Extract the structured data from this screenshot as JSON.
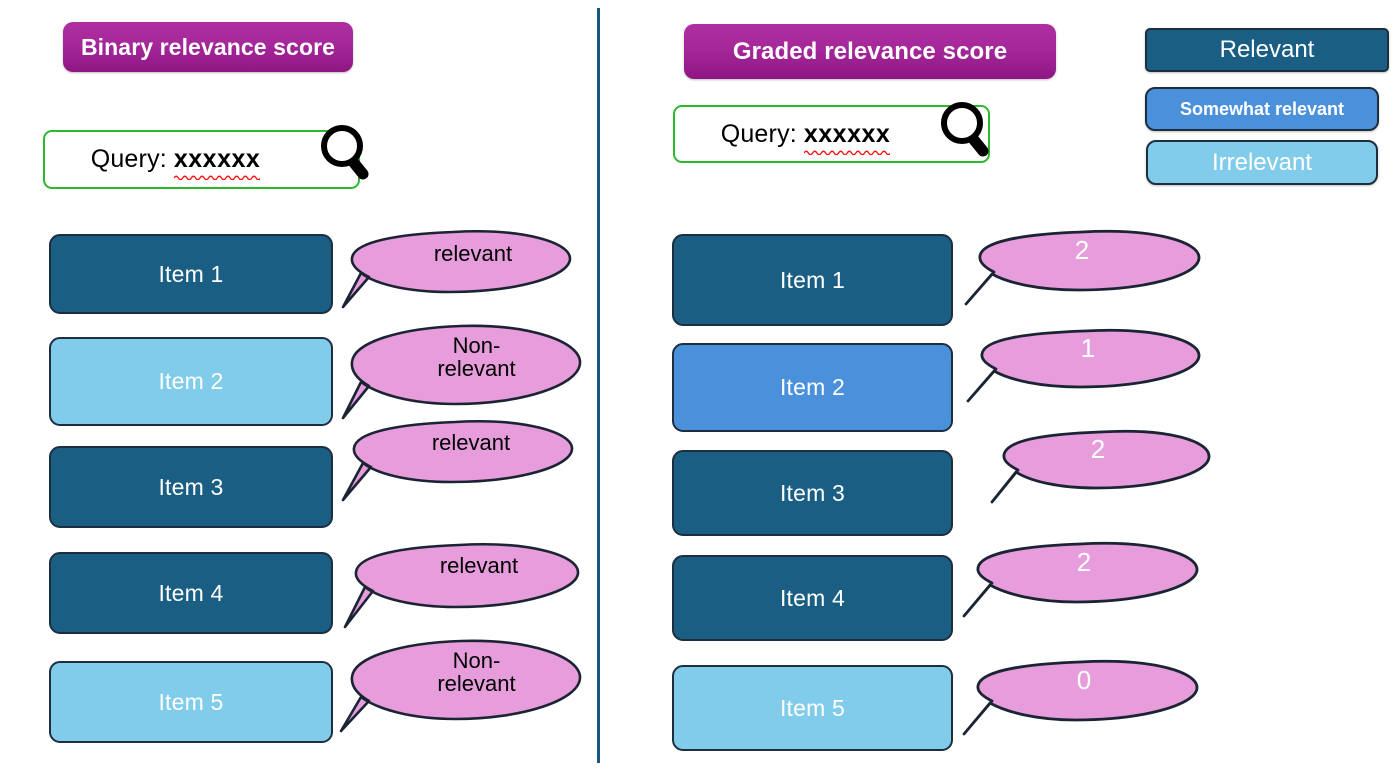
{
  "panels": [
    {
      "id": "binary",
      "title": "Binary relevance score",
      "query": {
        "label": "Query:",
        "value": "xxxxxx",
        "icon": "magnifier-icon"
      },
      "items": [
        {
          "label": "Item 1",
          "grade": "relevant",
          "annotation": "relevant",
          "annotation_lines": [
            "relevant"
          ]
        },
        {
          "label": "Item 2",
          "grade": "irrelevant",
          "annotation": "Non-relevant",
          "annotation_lines": [
            "Non-",
            "relevant"
          ]
        },
        {
          "label": "Item 3",
          "grade": "relevant",
          "annotation": "relevant",
          "annotation_lines": [
            "relevant"
          ]
        },
        {
          "label": "Item 4",
          "grade": "relevant",
          "annotation": "relevant",
          "annotation_lines": [
            "relevant"
          ]
        },
        {
          "label": "Item 5",
          "grade": "irrelevant",
          "annotation": "Non-relevant",
          "annotation_lines": [
            "Non-",
            "relevant"
          ]
        }
      ]
    },
    {
      "id": "graded",
      "title": "Graded relevance score",
      "query": {
        "label": "Query:",
        "value": "xxxxxx",
        "icon": "magnifier-icon"
      },
      "items": [
        {
          "label": "Item 1",
          "grade": "relevant",
          "annotation": "2",
          "annotation_lines": [
            "2"
          ]
        },
        {
          "label": "Item 2",
          "grade": "somewhat",
          "annotation": "1",
          "annotation_lines": [
            "1"
          ]
        },
        {
          "label": "Item 3",
          "grade": "relevant",
          "annotation": "2",
          "annotation_lines": [
            "2"
          ]
        },
        {
          "label": "Item 4",
          "grade": "relevant",
          "annotation": "2",
          "annotation_lines": [
            "2"
          ]
        },
        {
          "label": "Item 5",
          "grade": "irrelevant",
          "annotation": "0",
          "annotation_lines": [
            "0"
          ]
        }
      ]
    }
  ],
  "legend": {
    "items": [
      {
        "label": "Relevant",
        "color": "#1a5e84"
      },
      {
        "label": "Somewhat relevant",
        "color": "#4a90db"
      },
      {
        "label": "Irrelevant",
        "color": "#82cceb"
      }
    ]
  },
  "colors": {
    "relevant": "#1a5e84",
    "somewhat": "#4a90db",
    "irrelevant": "#82cceb",
    "bubble_fill": "#e79cdc",
    "bubble_stroke": "#1b2433",
    "title_gradient_top": "#ad2fa2",
    "title_gradient_bottom": "#8e1783",
    "query_border": "#2eb82e",
    "divider": "#18587d",
    "spellcheck_squiggle": "#ff1111"
  }
}
